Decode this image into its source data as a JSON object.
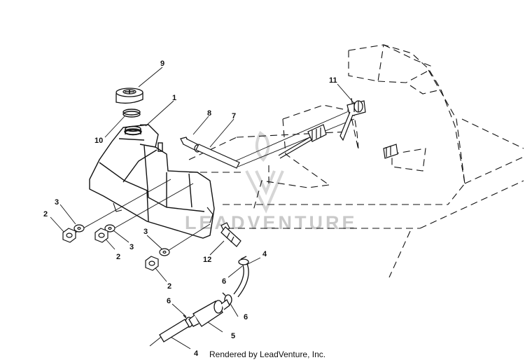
{
  "diagram": {
    "callouts": [
      "9",
      "1",
      "10",
      "8",
      "7",
      "11",
      "2",
      "3",
      "3",
      "2",
      "3",
      "12",
      "4",
      "6",
      "2",
      "6",
      "6",
      "5",
      "4"
    ],
    "watermark": "LEADVENTURE",
    "footer": "Rendered by LeadVenture, Inc."
  },
  "colors": {
    "line": "#111111",
    "watermark": "#c9c9c9",
    "background": "#ffffff"
  }
}
